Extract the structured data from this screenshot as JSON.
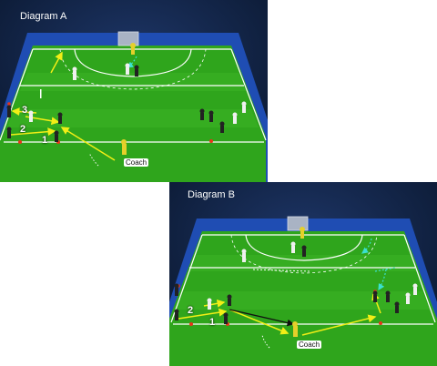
{
  "diagram_a": {
    "title": "Diagram A",
    "labels": {
      "one": "1",
      "two": "2",
      "three": "3",
      "coach": "Coach"
    }
  },
  "diagram_b": {
    "title": "Diagram B",
    "labels": {
      "one": "1",
      "two": "2",
      "coach": "Coach"
    }
  },
  "colors": {
    "background": "#0c1c3a",
    "surround": "#1f4db3",
    "pitch": "#2fa51c",
    "pitch_stripe": "#39b324",
    "lines": "#ffffff",
    "pass_arrow": "#f2ee16",
    "run_arrow": "#3be0d0",
    "cone": "#e8341a",
    "goal": "#a9b3c4"
  }
}
